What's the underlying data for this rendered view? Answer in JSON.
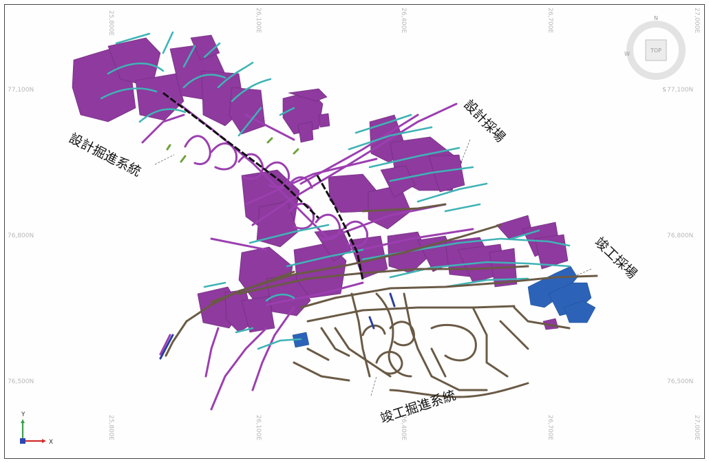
{
  "grid": {
    "easting_labels_top": [
      "25,800E",
      "26,100E",
      "26,400E",
      "26,700E",
      "27,000E"
    ],
    "easting_labels_bottom": [
      "25,800E",
      "26,100E",
      "26,400E",
      "26,700E",
      "27,000E"
    ],
    "northing_labels_left": [
      "77,100N",
      "76,800N",
      "76,500N"
    ],
    "northing_labels_right": [
      "77,100N",
      "76,800N",
      "76,500N"
    ]
  },
  "annotations": {
    "design_development": "設計掘進系統",
    "design_stopes": "設計採場",
    "completed_stopes": "竣工採場",
    "completed_development": "竣工掘進系統"
  },
  "view_cube": {
    "north": "N",
    "south": "S",
    "west": "W",
    "face": "TOP",
    "icon": "view-cube-icon"
  },
  "axis_triad": {
    "x": "X",
    "y": "Y",
    "icon": "axis-triad-icon"
  },
  "colors": {
    "design_stope": "#8e3a9e",
    "design_drive": "#9b3fb0",
    "cyan_drive": "#3fb3b5",
    "asbuilt_drive": "#6a5a45",
    "asbuilt_stope": "#2c63b8",
    "shaft": "#111111",
    "frame": "#444444",
    "grid_label": "#b7b7b7"
  }
}
